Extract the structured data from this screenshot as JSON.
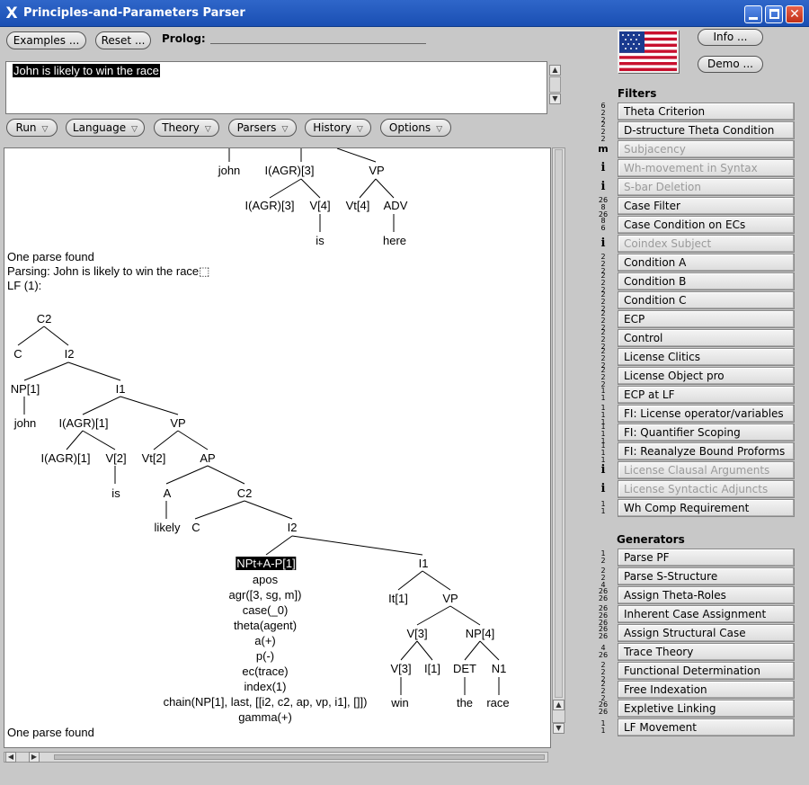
{
  "window": {
    "title": "Principles-and-Parameters Parser",
    "close_glyph": "✕"
  },
  "toolbar": {
    "examples": "Examples ...",
    "reset": "Reset ...",
    "prolog_label": "Prolog:"
  },
  "input": {
    "sentence": "John is likely to win the race"
  },
  "menus": [
    {
      "label": "Run"
    },
    {
      "label": "Language"
    },
    {
      "label": "Theory"
    },
    {
      "label": "Parsers"
    },
    {
      "label": "History"
    },
    {
      "label": "Options"
    }
  ],
  "right_buttons": {
    "info": "Info ...",
    "demo": "Demo ..."
  },
  "output": {
    "lines": [
      "One parse found",
      "Parsing: John is likely to win the race⬚",
      "LF (1):",
      "One parse found"
    ],
    "top_tree": [
      "john",
      "I(AGR)[3]",
      "VP",
      "I(AGR)[3]",
      "V[4]",
      "Vt[4]",
      "ADV",
      "is",
      "here"
    ],
    "lf_tree": [
      "C2",
      "C",
      "I2",
      "NP[1]",
      "I1",
      "john",
      "I(AGR)[1]",
      "VP",
      "I(AGR)[1]",
      "V[2]",
      "Vt[2]",
      "AP",
      "is",
      "A",
      "C2",
      "likely",
      "C",
      "I2",
      "NPt+A-P[1]",
      "I1",
      "It[1]",
      "VP",
      "V[3]",
      "NP[4]",
      "V[3]",
      "I[1]",
      "DET",
      "N1",
      "win",
      "the",
      "race"
    ],
    "features": [
      "apos",
      "agr([3, sg, m])",
      "case(_0)",
      "theta(agent)",
      "a(+)",
      "p(-)",
      "ec(trace)",
      "index(1)",
      "chain(NP[1], last, [[i2, c2, ap, vp, i1], []])",
      "gamma(+)"
    ]
  },
  "filters": {
    "title": "Filters",
    "items": [
      {
        "label": "Theta Criterion",
        "badge": [
          "6",
          "2",
          "2"
        ],
        "enabled": true
      },
      {
        "label": "D-structure Theta Condition",
        "badge": [
          "2",
          "2",
          "2"
        ],
        "enabled": true
      },
      {
        "label": "Subjacency",
        "badge": [
          "m"
        ],
        "enabled": false
      },
      {
        "label": "Wh-movement in Syntax",
        "badge": [
          "i"
        ],
        "enabled": false
      },
      {
        "label": "S-bar Deletion",
        "badge": [
          "i"
        ],
        "enabled": false
      },
      {
        "label": "Case Filter",
        "badge": [
          "26",
          "8",
          "26"
        ],
        "enabled": true
      },
      {
        "label": "Case Condition on ECs",
        "badge": [
          "8",
          "6"
        ],
        "enabled": true
      },
      {
        "label": "Coindex Subject",
        "badge": [
          "i"
        ],
        "enabled": false
      },
      {
        "label": "Condition A",
        "badge": [
          "2",
          "2",
          "2"
        ],
        "enabled": true
      },
      {
        "label": "Condition B",
        "badge": [
          "2",
          "2",
          "2"
        ],
        "enabled": true
      },
      {
        "label": "Condition C",
        "badge": [
          "2",
          "2",
          "2"
        ],
        "enabled": true
      },
      {
        "label": "ECP",
        "badge": [
          "2",
          "2",
          "2"
        ],
        "enabled": true
      },
      {
        "label": "Control",
        "badge": [
          "2",
          "2",
          "2"
        ],
        "enabled": true
      },
      {
        "label": "License Clitics",
        "badge": [
          "2",
          "2",
          "2"
        ],
        "enabled": true
      },
      {
        "label": "License Object pro",
        "badge": [
          "2",
          "2",
          "2"
        ],
        "enabled": true
      },
      {
        "label": "ECP at LF",
        "badge": [
          "1",
          "1"
        ],
        "enabled": true
      },
      {
        "label": "FI: License operator/variables",
        "badge": [
          "1",
          "1",
          "1"
        ],
        "enabled": true
      },
      {
        "label": "FI: Quantifier Scoping",
        "badge": [
          "1",
          "1",
          "1"
        ],
        "enabled": true
      },
      {
        "label": "FI: Reanalyze Bound Proforms",
        "badge": [
          "1",
          "1",
          "1"
        ],
        "enabled": true
      },
      {
        "label": "License Clausal Arguments",
        "badge": [
          "i"
        ],
        "enabled": false
      },
      {
        "label": "License Syntactic Adjuncts",
        "badge": [
          "i"
        ],
        "enabled": false
      },
      {
        "label": "Wh Comp Requirement",
        "badge": [
          "1",
          "1"
        ],
        "enabled": true
      }
    ]
  },
  "generators": {
    "title": "Generators",
    "items": [
      {
        "label": "Parse PF",
        "badge": [
          "1",
          "2"
        ]
      },
      {
        "label": "Parse S-Structure",
        "badge": [
          "2",
          "2",
          "4"
        ]
      },
      {
        "label": "Assign Theta-Roles",
        "badge": [
          "26",
          "26"
        ]
      },
      {
        "label": "Inherent Case Assignment",
        "badge": [
          "26",
          "26",
          "26"
        ]
      },
      {
        "label": "Assign Structural Case",
        "badge": [
          "26",
          "26"
        ]
      },
      {
        "label": "Trace Theory",
        "badge": [
          "4",
          "26"
        ]
      },
      {
        "label": "Functional Determination",
        "badge": [
          "2",
          "2",
          "2"
        ]
      },
      {
        "label": "Free Indexation",
        "badge": [
          "2",
          "2",
          "2"
        ]
      },
      {
        "label": "Expletive Linking",
        "badge": [
          "26",
          "26"
        ]
      },
      {
        "label": "LF Movement",
        "badge": [
          "1",
          "1"
        ]
      }
    ]
  }
}
